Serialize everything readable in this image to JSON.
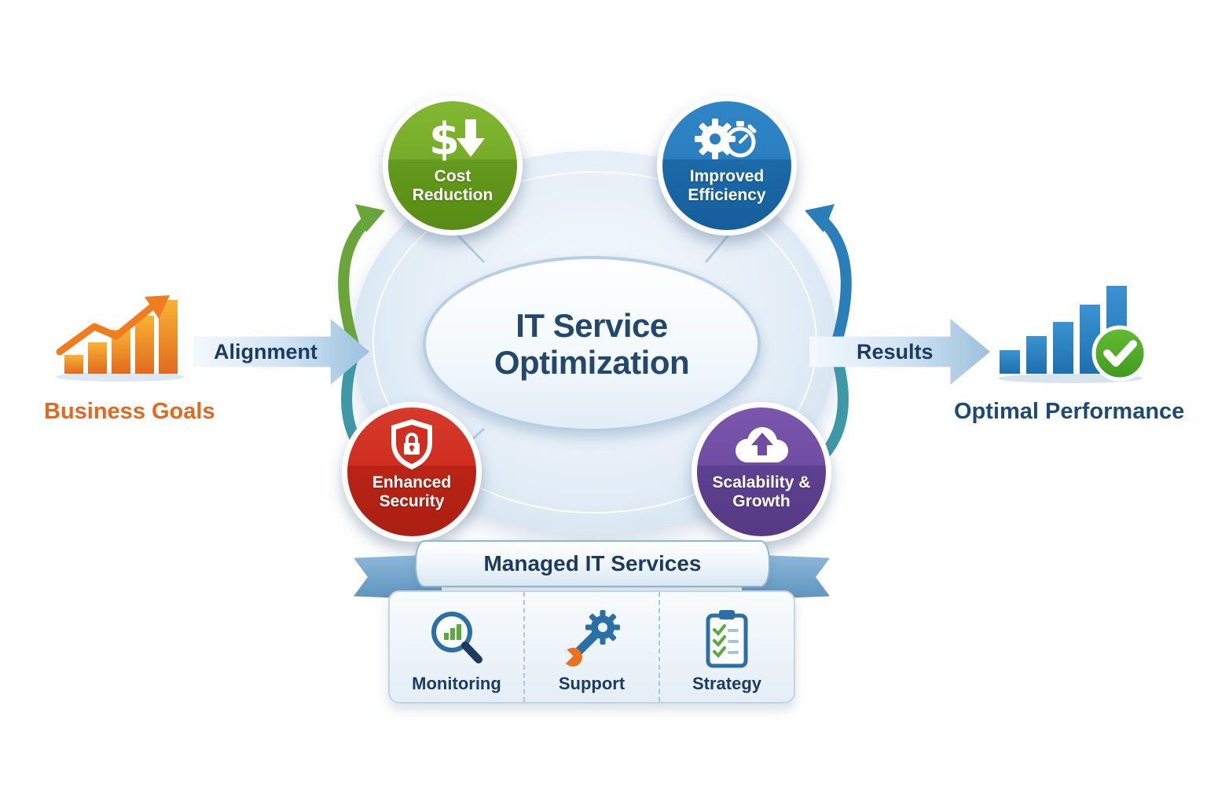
{
  "title": "IT Service Optimization",
  "left_flow": {
    "source_label": "Business Goals",
    "source_color": "#e2681f",
    "arrow_label": "Alignment",
    "icon": "rising-bar-chart-icon"
  },
  "right_flow": {
    "arrow_label": "Results",
    "target_label": "Optimal Performance",
    "target_color": "#1d4a74",
    "icon": "bar-chart-check-icon"
  },
  "badges": [
    {
      "label": "Cost Reduction",
      "color": "#76ac27",
      "icon": "dollar-down-icon"
    },
    {
      "label": "Improved Efficiency",
      "color": "#2a7fc1",
      "icon": "gear-stopwatch-icon"
    },
    {
      "label": "Enhanced Security",
      "color": "#cf2e21",
      "icon": "shield-lock-icon"
    },
    {
      "label": "Scalability & Growth",
      "color": "#6f4da3",
      "icon": "cloud-up-arrow-icon"
    }
  ],
  "banner": {
    "label": "Managed IT Services"
  },
  "services": [
    {
      "label": "Monitoring",
      "icon": "magnifier-chart-icon"
    },
    {
      "label": "Support",
      "icon": "wrench-gear-icon"
    },
    {
      "label": "Strategy",
      "icon": "clipboard-checklist-icon"
    }
  ],
  "colors": {
    "center_text": "#23486b",
    "hub_ellipse_fill": "#dce9f5",
    "flow_arrow_fill": "#c9dff0",
    "ribbon_fill": "#5e93bd",
    "check_green": "#4aa520"
  }
}
